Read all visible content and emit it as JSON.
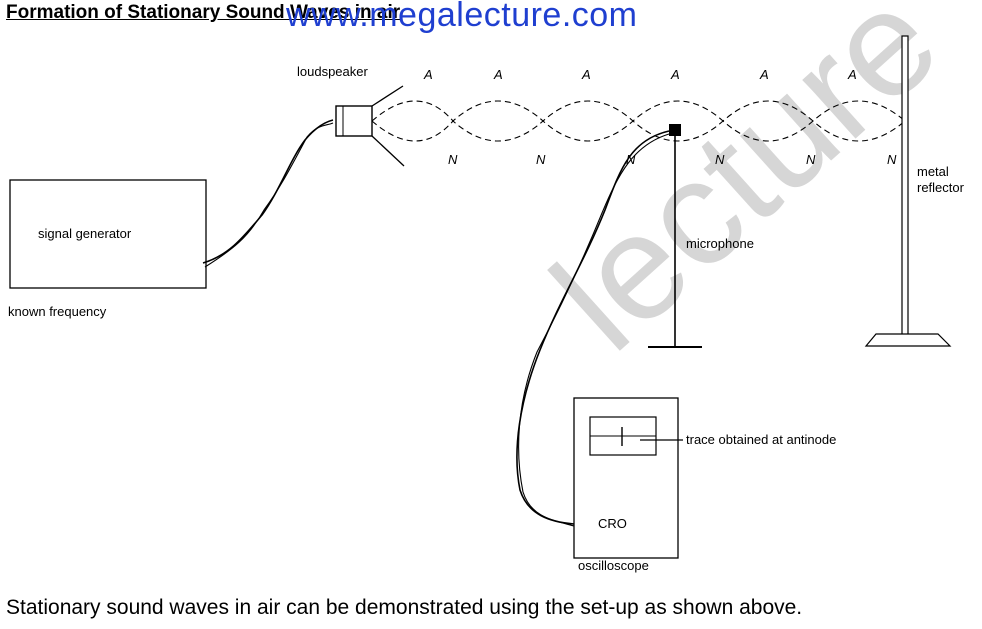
{
  "title": "Formation of Stationary Sound Waves in air",
  "watermark": {
    "url": "www.megalecture.com",
    "ghost_text": "lecture"
  },
  "labels": {
    "loudspeaker": "loudspeaker",
    "signal_generator": "signal generator",
    "known_frequency": "known frequency",
    "microphone": "microphone",
    "metal_reflector_line1": "metal",
    "metal_reflector_line2": "reflector",
    "trace": "trace obtained at antinode",
    "cro": "CRO",
    "oscilloscope": "oscilloscope"
  },
  "antinode_marker": "A",
  "node_marker": "N",
  "caption": "Stationary sound waves in air can be demonstrated using the set-up as shown above."
}
